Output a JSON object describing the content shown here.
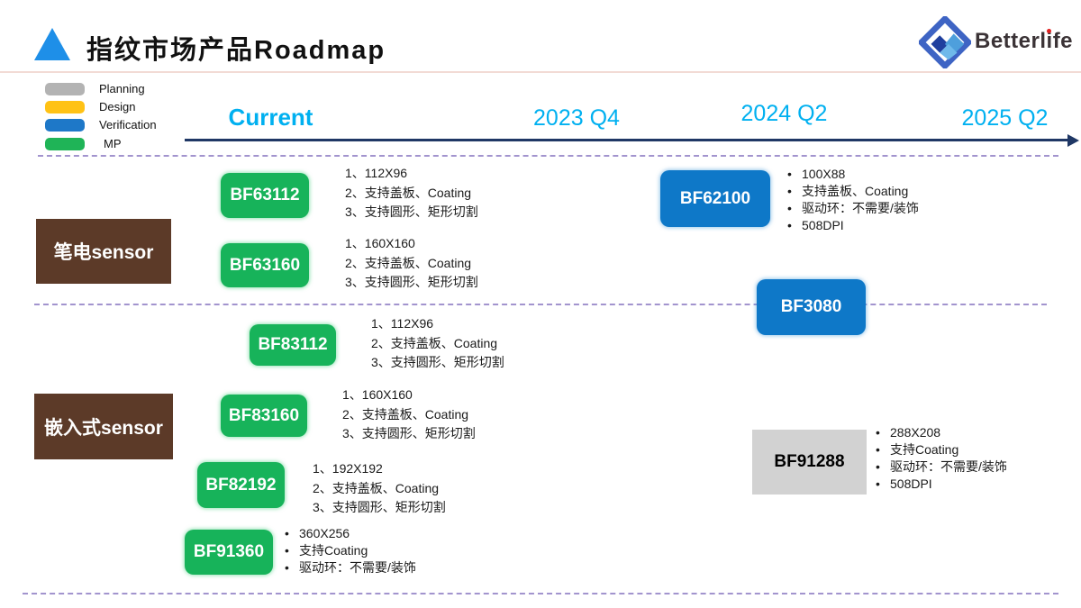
{
  "header": {
    "title": "指纹市场产品Roadmap",
    "logo_text": "Betterlife"
  },
  "legend": {
    "items": [
      {
        "label": "Planning",
        "color": "#B3B3B3"
      },
      {
        "label": "Design",
        "color": "#FFC215"
      },
      {
        "label": "Verification",
        "color": "#1E78C8"
      },
      {
        "label": "MP",
        "color": "#1FB457"
      }
    ]
  },
  "timeline": {
    "columns": [
      {
        "label": "Current"
      },
      {
        "label": "2023 Q4"
      },
      {
        "label": "2024 Q2"
      },
      {
        "label": "2025 Q2"
      }
    ],
    "axis_color": "#1F3765",
    "header_color": "#00B0F0",
    "divider_color": "#A294CE"
  },
  "categories": [
    {
      "label": "笔电sensor",
      "color": "#5C3A28"
    },
    {
      "label": "嵌入式sensor",
      "color": "#5C3A28"
    }
  ],
  "stage_colors": {
    "mp": "#17B35A",
    "verification": "#0E78C8",
    "planning": "#D2D2D2"
  },
  "products": [
    {
      "name": "BF63112",
      "stage": "MP",
      "specs": [
        "1、112X96",
        "2、支持盖板、Coating",
        "3、支持圆形、矩形切割"
      ]
    },
    {
      "name": "BF63160",
      "stage": "MP",
      "specs": [
        "1、160X160",
        "2、支持盖板、Coating",
        "3、支持圆形、矩形切割"
      ]
    },
    {
      "name": "BF62100",
      "stage": "Verification",
      "specs": [
        "100X88",
        "支持盖板、Coating",
        "驱动环：不需要/装饰",
        "508DPI"
      ]
    },
    {
      "name": "BF3080",
      "stage": "Verification",
      "specs": []
    },
    {
      "name": "BF83112",
      "stage": "MP",
      "specs": [
        "1、112X96",
        "2、支持盖板、Coating",
        "3、支持圆形、矩形切割"
      ]
    },
    {
      "name": "BF83160",
      "stage": "MP",
      "specs": [
        "1、160X160",
        "2、支持盖板、Coating",
        "3、支持圆形、矩形切割"
      ]
    },
    {
      "name": "BF82192",
      "stage": "MP",
      "specs": [
        "1、192X192",
        "2、支持盖板、Coating",
        "3、支持圆形、矩形切割"
      ]
    },
    {
      "name": "BF91360",
      "stage": "MP",
      "specs": [
        "360X256",
        "支持Coating",
        "驱动环：不需要/装饰"
      ]
    },
    {
      "name": "BF91288",
      "stage": "Planning",
      "specs": [
        "288X208",
        "支持Coating",
        "驱动环：不需要/装饰",
        "508DPI"
      ]
    }
  ]
}
